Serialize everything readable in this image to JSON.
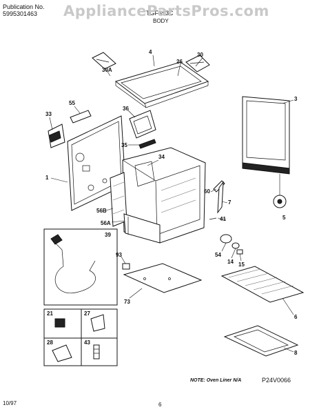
{
  "header": {
    "pub_label": "Publication No.",
    "pub_number": "5995301463",
    "model": "TGF353C",
    "section": "BODY"
  },
  "watermark": "AppliancePartsPros.com",
  "note": "NOTE: Oven Liner N/A",
  "figure_code": "P24V0066",
  "footer": {
    "date": "10/97",
    "page": "6"
  },
  "callouts": [
    "1",
    "3",
    "4",
    "5",
    "6",
    "7",
    "8",
    "14",
    "15",
    "21",
    "26",
    "27",
    "28",
    "30",
    "30A",
    "33",
    "34",
    "35",
    "36",
    "39",
    "41",
    "43",
    "54",
    "55",
    "56A",
    "56B",
    "60",
    "73",
    "93"
  ]
}
